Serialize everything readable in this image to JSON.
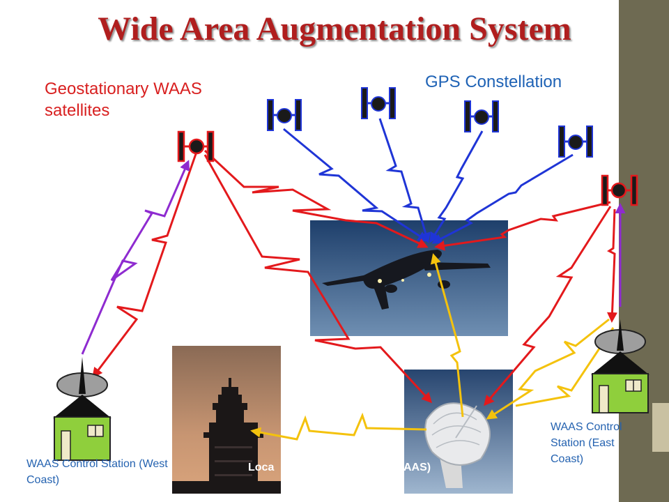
{
  "title": "Wide Area Augmentation System",
  "labels": {
    "geostationary": "Geostationary WAAS satellites",
    "gps": "GPS Constellation",
    "west_station": "WAAS Control Station (West Coast)",
    "east_station": "WAAS Control Station (East Coast)",
    "local_area_left": "Loca",
    "local_area_right": "AAS)"
  },
  "colors": {
    "accent_red": "#e3191c",
    "gps_blue": "#1f35d6",
    "uplink_purple": "#8e2bd0",
    "ground_yellow": "#f4c20d",
    "title_red": "#b01e1e",
    "sidebar": "#6e6a52"
  }
}
